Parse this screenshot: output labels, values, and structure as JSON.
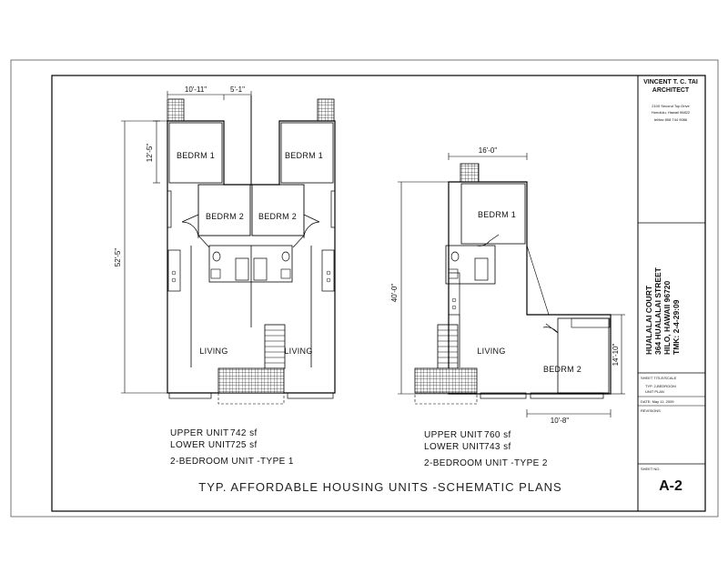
{
  "title_block": {
    "architect_name": "VINCENT T. C. TAI",
    "architect_title": "ARCHITECT",
    "architect_address1": "2100 Second Top Drive",
    "architect_address2": "Honolulu, Hawaii 96822",
    "architect_phone": "tel/fax 808 744 9086",
    "project_line1": "HUALALAI COURT",
    "project_line2": "364 HUALALAI STREET",
    "project_line3": "HILO, HAWAII 96720",
    "project_line4": "TMK: 2-4-29:09",
    "sheet_title_label": "SHEET TITLE/SCALE",
    "sheet_title_line1": "TYP. 2-BEDROOM",
    "sheet_title_line2": "UNIT PLAN",
    "date_text": "DATE:  May 11, 2009",
    "revisions_label": "REVISIONS",
    "sheet_no_label": "SHEET NO.",
    "sheet_no": "A-2"
  },
  "plan1": {
    "dims": {
      "top_left": "10'-11\"",
      "top_right": "5'-1\"",
      "bedroom_height": "12'-5\"",
      "overall_height": "52'-5\""
    },
    "rooms": {
      "bedrm1_left": "BEDRM 1",
      "bedrm1_right": "BEDRM 1",
      "bedrm2_left": "BEDRM 2",
      "bedrm2_right": "BEDRM 2",
      "living_left": "LIVING",
      "living_right": "LIVING"
    },
    "upper_unit_label": "UPPER UNIT",
    "upper_unit_area": "742 sf",
    "lower_unit_label": "LOWER UNIT",
    "lower_unit_area": "725 sf",
    "caption": "2-BEDROOM UNIT -TYPE 1"
  },
  "plan2": {
    "dims": {
      "top_width": "16'-0\"",
      "overall_height": "40'-0\"",
      "bedroom2_height": "14'-10\"",
      "bedroom2_width": "10'-8\""
    },
    "rooms": {
      "bedrm1": "BEDRM 1",
      "bedrm2": "BEDRM 2",
      "living": "LIVING"
    },
    "upper_unit_label": "UPPER UNIT",
    "upper_unit_area": "760 sf",
    "lower_unit_label": "LOWER UNIT",
    "lower_unit_area": "743 sf",
    "caption": "2-BEDROOM UNIT -TYPE 2"
  },
  "sheet_title": "TYP. AFFORDABLE HOUSING UNITS -SCHEMATIC PLANS"
}
